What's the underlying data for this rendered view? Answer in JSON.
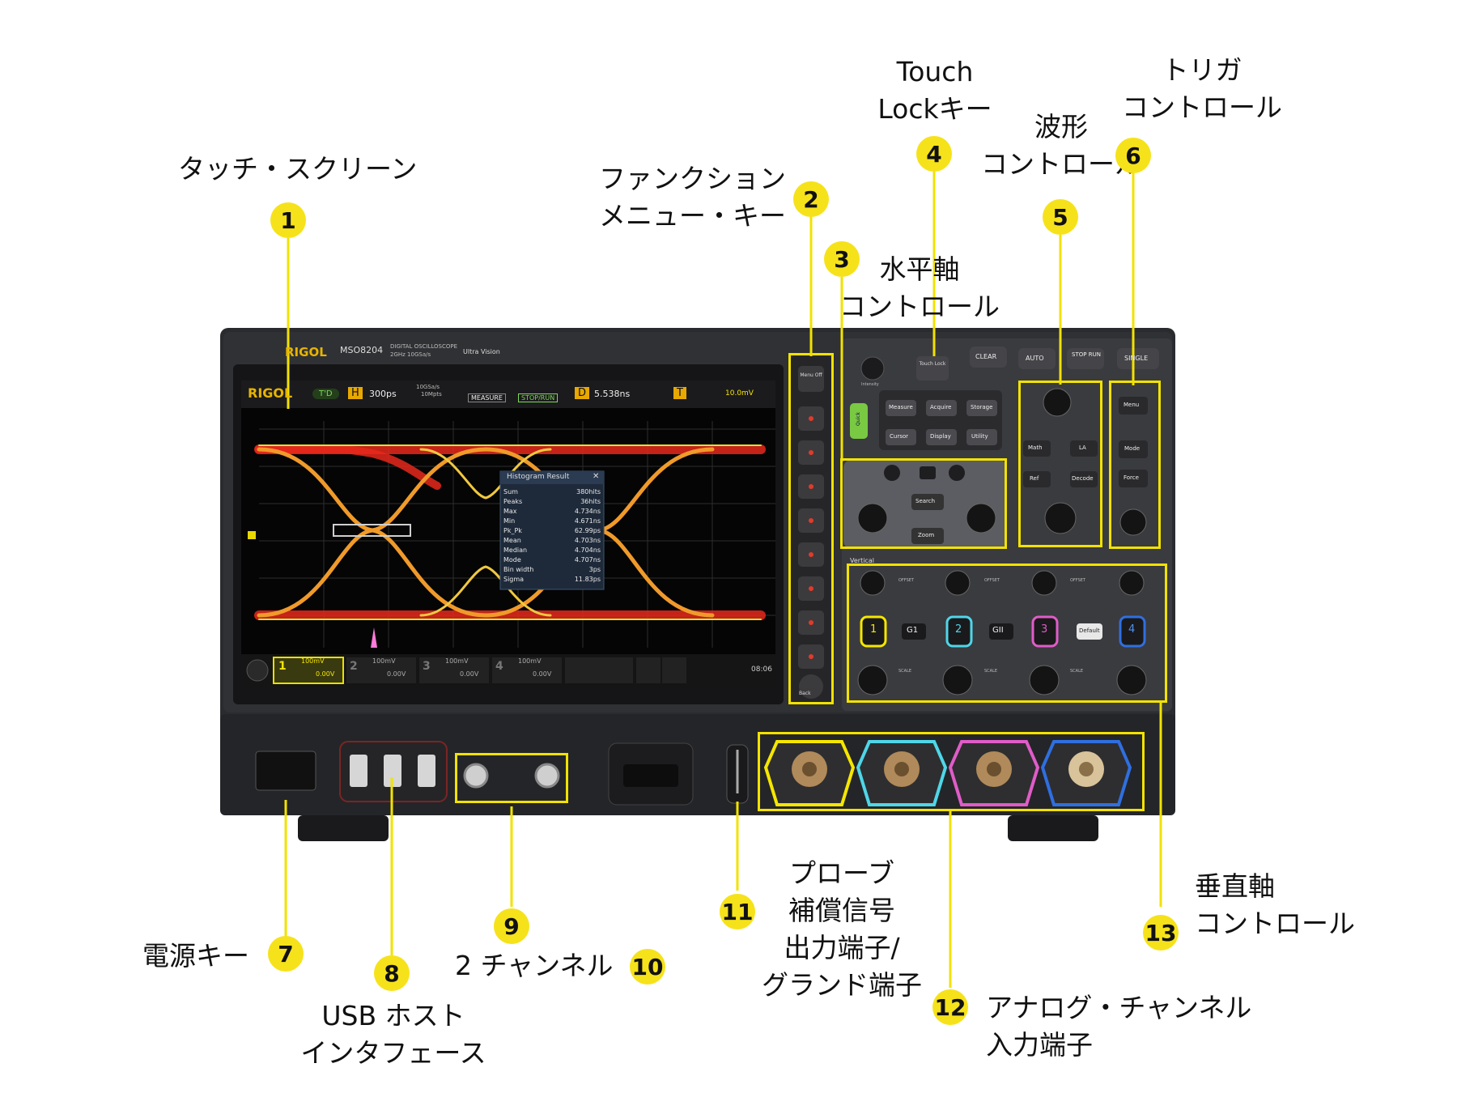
{
  "device": {
    "brand": "RIGOL",
    "model": "MSO8204",
    "model_sub": "DIGITAL OSCILLOSCOPE",
    "model_spec": "2GHz 10GSa/s",
    "series": "Ultra Vision"
  },
  "screen": {
    "logo": "RIGOL",
    "run_badge": "T'D",
    "horizontal_key": "H",
    "timebase": "300ps",
    "sample_rate": "10GSa/s",
    "memory_depth": "10Mpts",
    "measure_btn": "MEASURE",
    "stoprun_btn": "STOP/RUN",
    "delay_key": "D",
    "delay_value": "5.538ns",
    "trigger_key": "T",
    "trigger_level": "10.0mV",
    "histogram": {
      "title": "Histogram Result",
      "rows": [
        {
          "k": "Sum",
          "v": "380hits"
        },
        {
          "k": "Peaks",
          "v": "36hits"
        },
        {
          "k": "Max",
          "v": "4.734ns"
        },
        {
          "k": "Min",
          "v": "4.671ns"
        },
        {
          "k": "Pk_Pk",
          "v": "62.99ps"
        },
        {
          "k": "Mean",
          "v": "4.703ns"
        },
        {
          "k": "Median",
          "v": "4.704ns"
        },
        {
          "k": "Mode",
          "v": "4.707ns"
        },
        {
          "k": "Bin width",
          "v": "3ps"
        },
        {
          "k": "Sigma",
          "v": "11.83ps"
        }
      ]
    },
    "channels": [
      {
        "num": "1",
        "scale": "100mV",
        "offset": "0.00V"
      },
      {
        "num": "2",
        "scale": "100mV",
        "offset": "0.00V"
      },
      {
        "num": "3",
        "scale": "100mV",
        "offset": "0.00V"
      },
      {
        "num": "4",
        "scale": "100mV",
        "offset": "0.00V"
      }
    ],
    "clock": "08:06"
  },
  "panel": {
    "menu_off": "Menu Off",
    "back": "Back",
    "touch_lock": "Touch Lock",
    "clear": "CLEAR",
    "auto": "AUTO",
    "stop_run": "STOP RUN",
    "single": "SINGLE",
    "intensity": "Intensity",
    "quick": "Quick",
    "func_keys": [
      "Measure",
      "Acquire",
      "Storage",
      "Cursor",
      "Display",
      "Utility"
    ],
    "horizontal_keys": [
      "Search",
      "Zoom"
    ],
    "wave_keys": [
      "Math",
      "LA",
      "Ref",
      "Decode"
    ],
    "trigger_keys": [
      "Menu",
      "Mode",
      "Force"
    ],
    "vertical_title": "Vertical",
    "vertical_keys": [
      "1",
      "G1",
      "2",
      "GII",
      "3",
      "Default",
      "4"
    ],
    "offset": "OFFSET",
    "scale": "SCALE"
  },
  "callouts": [
    {
      "num": "1",
      "text": "タッチ・スクリーン"
    },
    {
      "num": "2",
      "text": "ファンクション\nメニュー・キー"
    },
    {
      "num": "3",
      "text": "水平軸\nコントロール"
    },
    {
      "num": "4",
      "text": "Touch\nLockキー"
    },
    {
      "num": "5",
      "text": "波形\nコントロール"
    },
    {
      "num": "6",
      "text": "トリガ\nコントロール"
    },
    {
      "num": "7",
      "text": "電源キー"
    },
    {
      "num": "8",
      "text": "USB ホスト\nインタフェース"
    },
    {
      "num": "9",
      "text": "2 チャンネル"
    },
    {
      "num": "10",
      "text": ""
    },
    {
      "num": "11",
      "text": "プローブ\n補償信号\n出力端子/\nグランド端子"
    },
    {
      "num": "12",
      "text": "アナログ・チャンネル\n入力端子"
    },
    {
      "num": "13",
      "text": "垂直軸\nコントロール"
    }
  ],
  "colors": {
    "highlight": "#f2e200",
    "badge": "#f6e21a",
    "ch1": "#f5e600",
    "ch2": "#4fd6e8",
    "ch3": "#e05cc8",
    "ch4": "#2f6fe0"
  }
}
